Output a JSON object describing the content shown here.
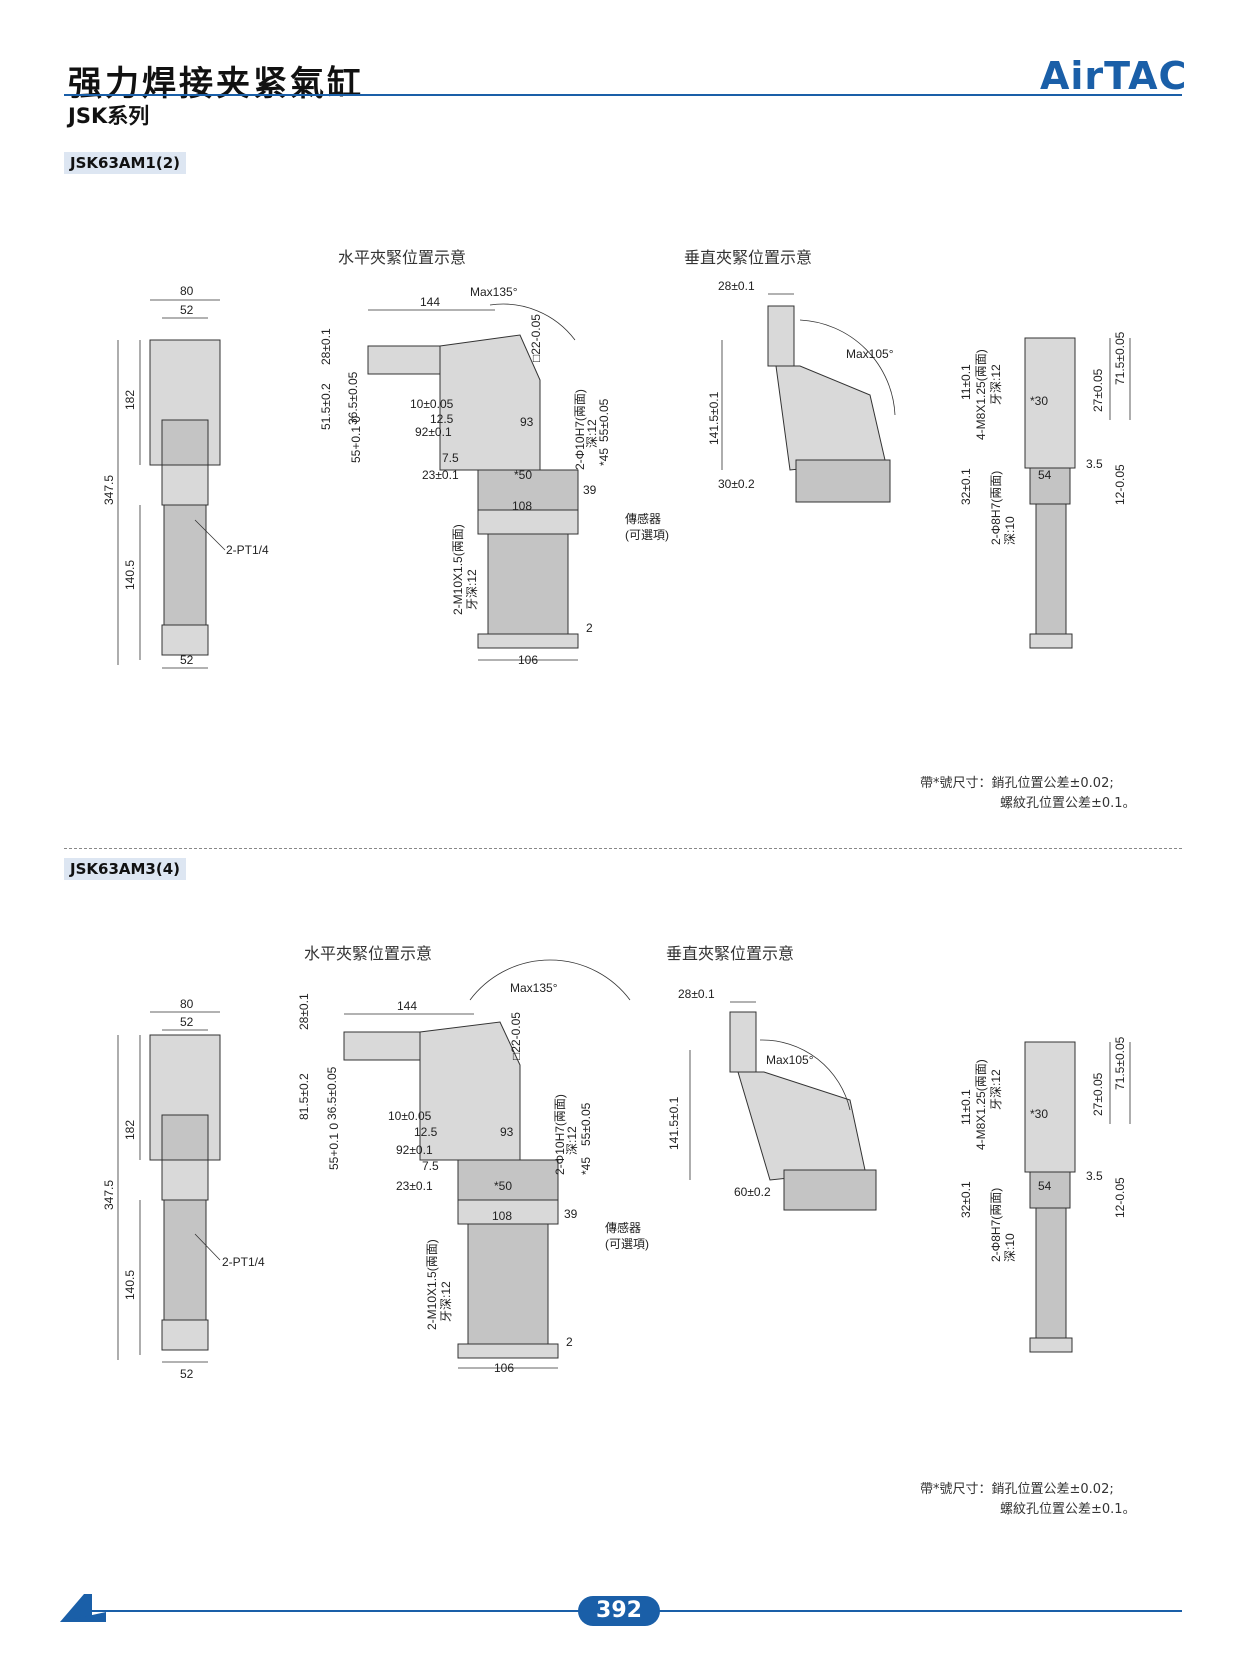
{
  "header": {
    "title": "强力焊接夹紧氣缸",
    "series": "JSK系列",
    "brand": "AirTAC"
  },
  "sections": [
    {
      "model": "JSK63AM1(2)",
      "horizontal_caption": "水平夾緊位置示意",
      "vertical_caption": "垂直夾緊位置示意",
      "note_line1": "帶*號尺寸：銷孔位置公差±0.02;",
      "note_line2": "螺紋孔位置公差±0.1。",
      "front": {
        "w80": "80",
        "w52": "52",
        "h182": "182",
        "h347": "347.5",
        "h140": "140.5",
        "port": "2-PT1/4",
        "bottom52": "52"
      },
      "side": {
        "w144": "144",
        "max135": "Max135°",
        "d28": "28±0.1",
        "d51": "51.5±0.2",
        "d36": "36.5±0.05",
        "d55": "55+0.1 0",
        "d10": "10±0.05",
        "d12": "12.5",
        "d92": "92±0.1",
        "d7": "7.5",
        "d23": "23±0.1",
        "d50": "*50",
        "d93": "93",
        "d108": "108",
        "d39": "39",
        "d106": "106",
        "d2": "2",
        "sq": "□22-0.05",
        "pin": "2-Φ10H7(兩面)",
        "depth12": "深:12",
        "d55b": "55±0.05",
        "d45": "*45",
        "thread": "2-M10X1.5(兩面)",
        "depth12b": "牙深:12",
        "sensor1": "傳感器",
        "sensor2": "(可選項)"
      },
      "vert": {
        "d28": "28±0.1",
        "max105": "Max105°",
        "d141": "141.5±0.1",
        "d30": "30±0.2"
      },
      "end": {
        "thread": "4-M8X1.25(兩面)",
        "depth": "牙深:12",
        "d11": "11±0.1",
        "d30": "*30",
        "d27": "27±0.05",
        "d71": "71.5±0.05",
        "d32": "32±0.1",
        "pin": "2-Φ8H7(兩面)",
        "depth10": "深:10",
        "d54": "54",
        "d35": "3.5",
        "d12": "12-0.05"
      }
    },
    {
      "model": "JSK63AM3(4)",
      "horizontal_caption": "水平夾緊位置示意",
      "vertical_caption": "垂直夾緊位置示意",
      "note_line1": "帶*號尺寸：銷孔位置公差±0.02;",
      "note_line2": "螺紋孔位置公差±0.1。",
      "front": {
        "w80": "80",
        "w52": "52",
        "h182": "182",
        "h347": "347.5",
        "h140": "140.5",
        "port": "2-PT1/4",
        "bottom52": "52"
      },
      "side": {
        "w144": "144",
        "max135": "Max135°",
        "d28": "28±0.1",
        "d51": "81.5±0.2",
        "d36": "36.5±0.05",
        "d55": "55+0.1 0",
        "d10": "10±0.05",
        "d12": "12.5",
        "d92": "92±0.1",
        "d7": "7.5",
        "d23": "23±0.1",
        "d50": "*50",
        "d93": "93",
        "d108": "108",
        "d39": "39",
        "d106": "106",
        "d2": "2",
        "sq": "□22-0.05",
        "pin": "2-Φ10H7(兩面)",
        "depth12": "深:12",
        "d55b": "55±0.05",
        "d45": "*45",
        "thread": "2-M10X1.5(兩面)",
        "depth12b": "牙深:12",
        "sensor1": "傳感器",
        "sensor2": "(可選項)"
      },
      "vert": {
        "d28": "28±0.1",
        "max105": "Max105°",
        "d141": "141.5±0.1",
        "d30": "60±0.2"
      },
      "end": {
        "thread": "4-M8X1.25(兩面)",
        "depth": "牙深:12",
        "d11": "11±0.1",
        "d30": "*30",
        "d27": "27±0.05",
        "d71": "71.5±0.05",
        "d32": "32±0.1",
        "pin": "2-Φ8H7(兩面)",
        "depth10": "深:10",
        "d54": "54",
        "d35": "3.5",
        "d12": "12-0.05"
      }
    }
  ],
  "footer": {
    "page": "392"
  },
  "colors": {
    "brand": "#1a5fa8",
    "tag_bg": "#dde6f2"
  }
}
